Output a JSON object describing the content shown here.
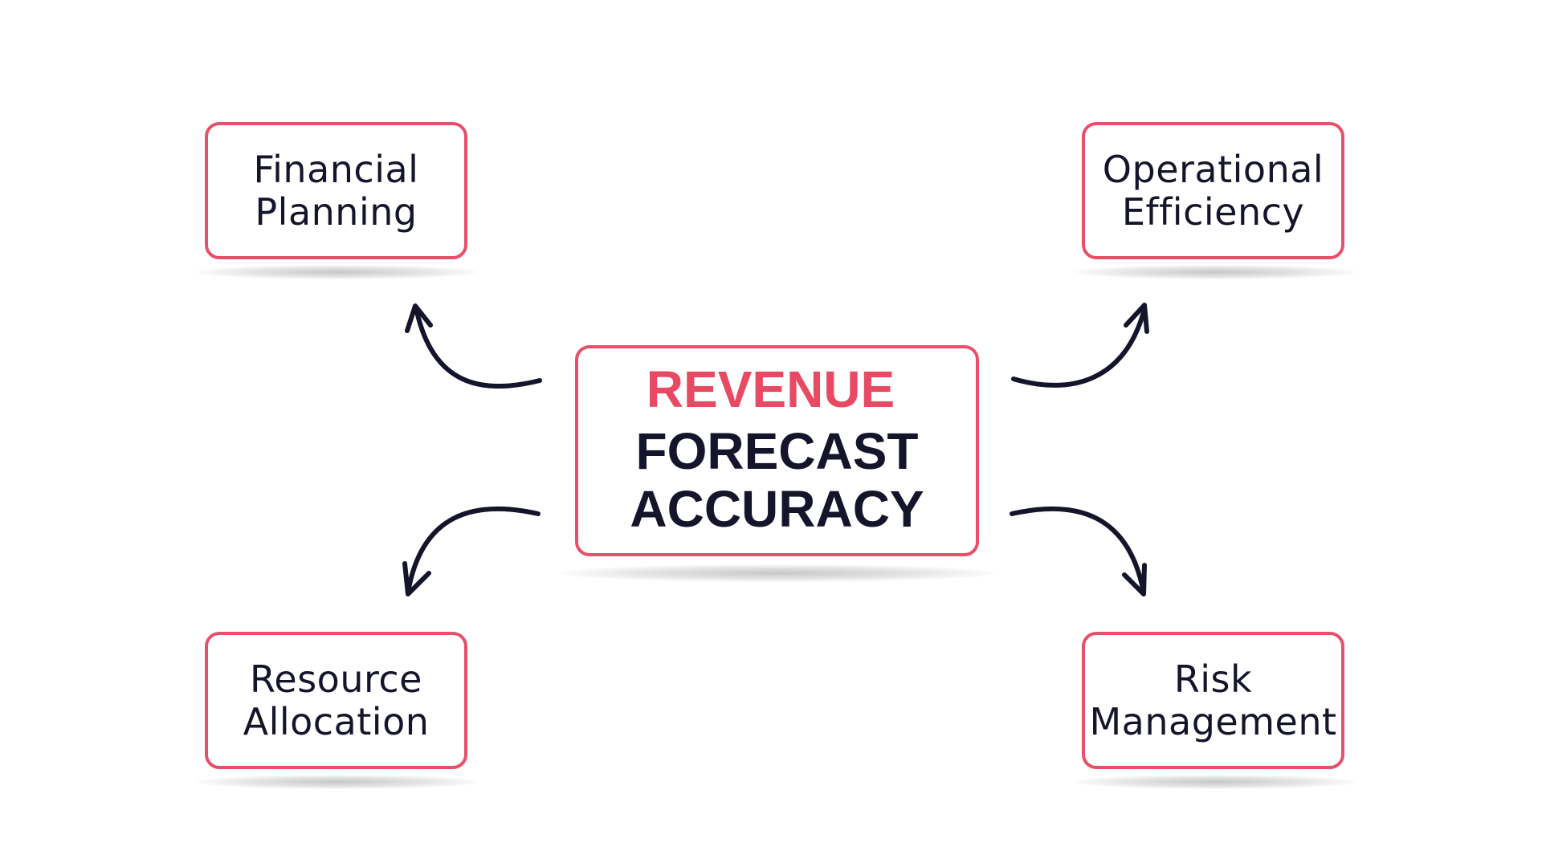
{
  "center": {
    "accent": "REVENUE",
    "line1": "FORECAST",
    "line2": "ACCURACY"
  },
  "nodes": {
    "top_left": {
      "line1": "Financial",
      "line2": "Planning"
    },
    "top_right": {
      "line1": "Operational",
      "line2": "Efficiency"
    },
    "bottom_left": {
      "line1": "Resource",
      "line2": "Allocation"
    },
    "bottom_right": {
      "line1": "Risk",
      "line2": "Management"
    }
  },
  "colors": {
    "border": "#e8506a",
    "accent_text": "#e84a63",
    "dark_text": "#14152b",
    "arrow": "#14152b"
  }
}
